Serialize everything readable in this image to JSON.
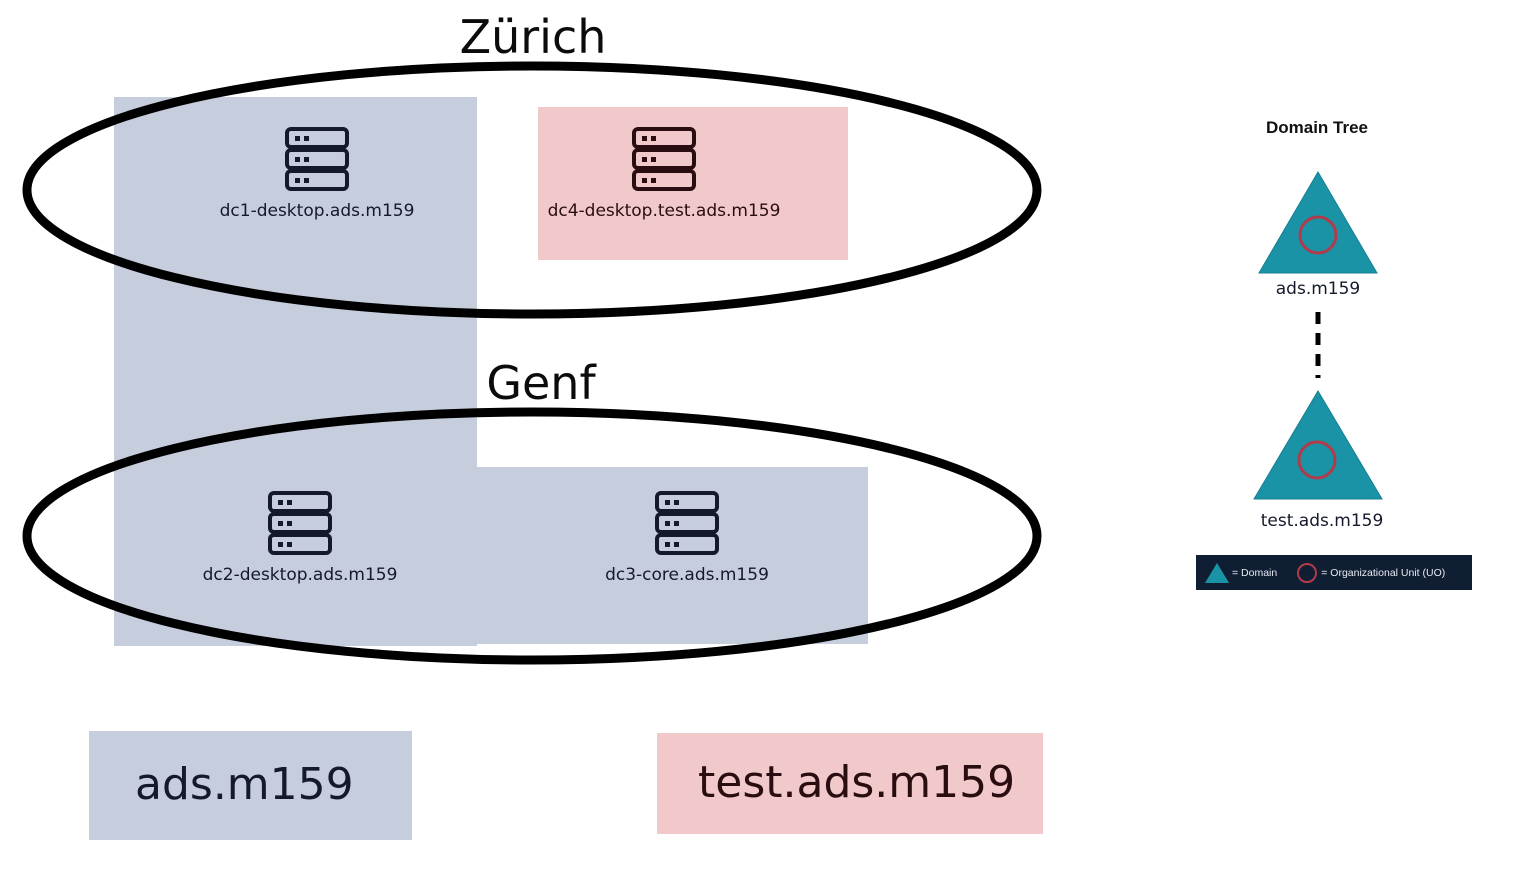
{
  "sites": [
    {
      "name": "Zürich"
    },
    {
      "name": "Genf"
    }
  ],
  "servers": [
    {
      "name": "dc1-desktop.ads.m159",
      "domain": "ads.m159",
      "site": "Zürich"
    },
    {
      "name": "dc4-desktop.test.ads.m159",
      "domain": "test.ads.m159",
      "site": "Zürich"
    },
    {
      "name": "dc2-desktop.ads.m159",
      "domain": "ads.m159",
      "site": "Genf"
    },
    {
      "name": "dc3-core.ads.m159",
      "domain": "ads.m159",
      "site": "Genf"
    }
  ],
  "domains": [
    {
      "name": "ads.m159",
      "color": "#c6cddd",
      "text_color": "#141a2b"
    },
    {
      "name": "test.ads.m159",
      "color": "#f2c9ca",
      "text_color": "#2a0d10"
    }
  ],
  "domain_tree": {
    "title": "Domain Tree",
    "nodes": [
      {
        "label": "ads.m159"
      },
      {
        "label": "test.ads.m159"
      }
    ],
    "triangle_color": "#1a93a6",
    "ou_circle_color": "#b33a48",
    "legend": {
      "domain_text": "= Domain",
      "ou_text": "= Organizational Unit (UO)",
      "background": "#0f1e33"
    }
  }
}
